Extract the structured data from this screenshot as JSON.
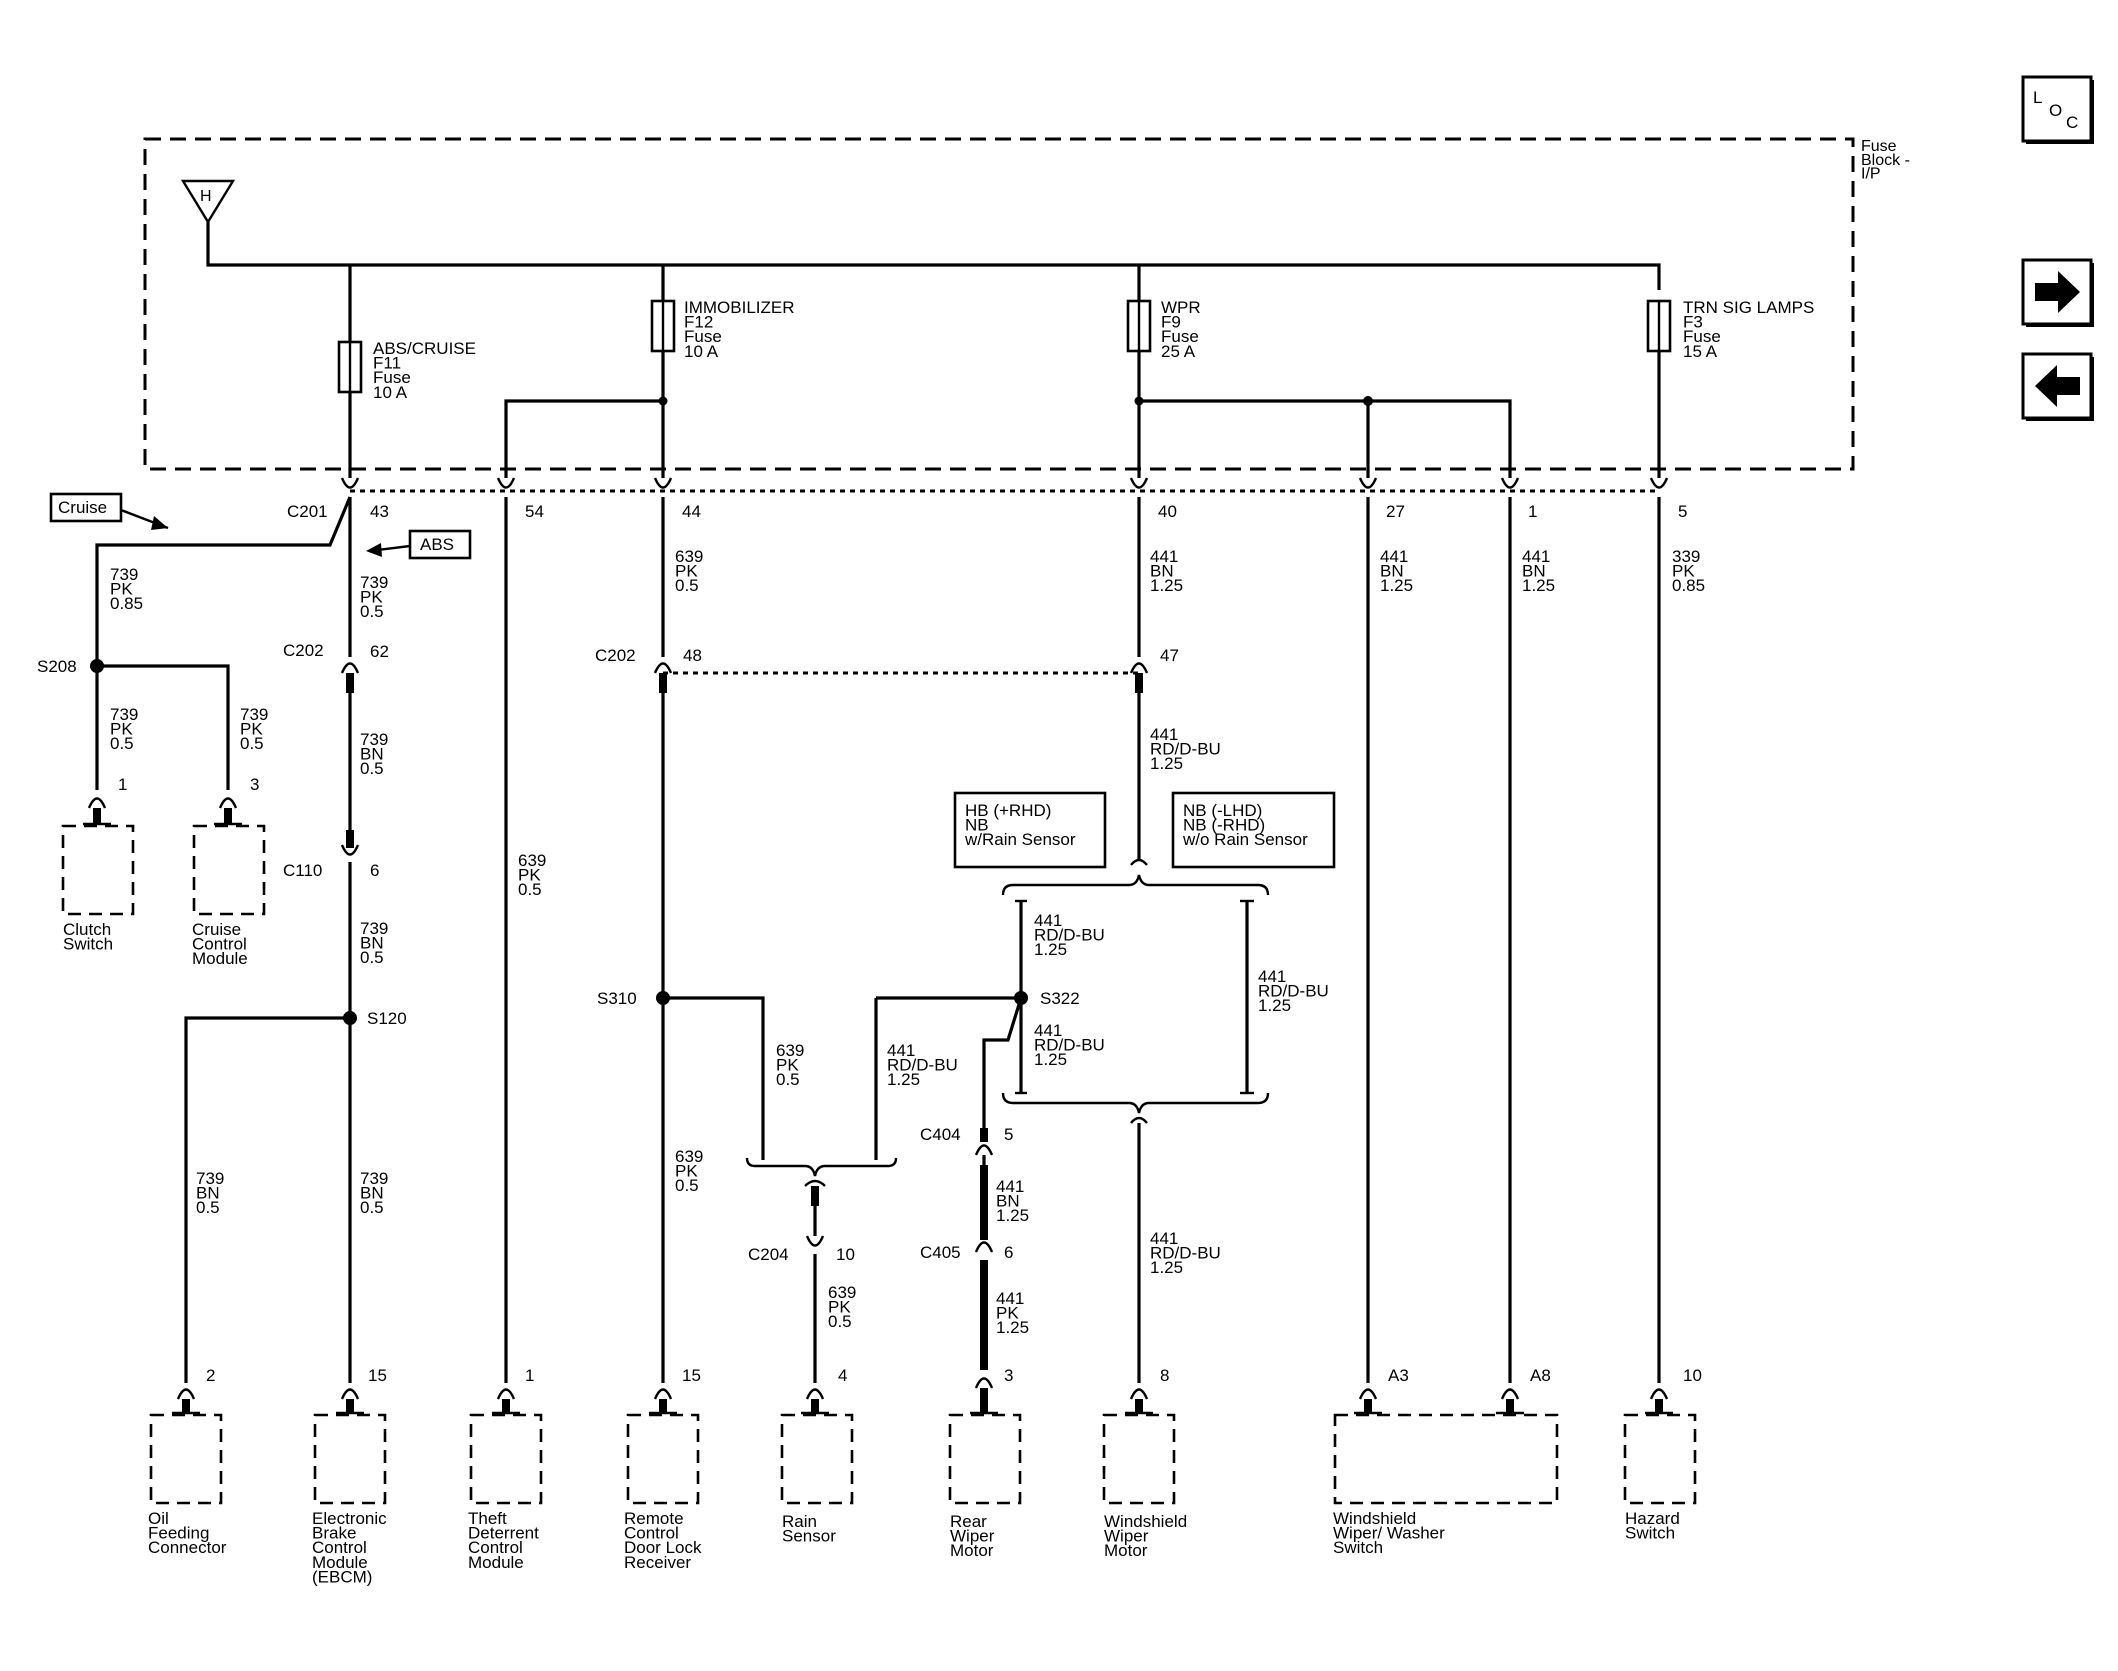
{
  "fuse_block": "Fuse\nBlock -\nI/P",
  "hot_symbol": "H",
  "nav": {
    "loc": [
      "L",
      "O",
      "C"
    ],
    "next_glyph": "➡",
    "prev_glyph": "⬅"
  },
  "fuses": [
    {
      "id": "f11",
      "text": "ABS/CRUISE\nF11\nFuse\n10 A"
    },
    {
      "id": "f12",
      "text": "IMMOBILIZER\nF12\nFuse\n10 A"
    },
    {
      "id": "f9",
      "text": "WPR\nF9\nFuse\n25 A"
    },
    {
      "id": "f3",
      "text": "TRN SIG LAMPS\nF3\nFuse\n15 A"
    }
  ],
  "connectors": {
    "c201": "C201",
    "c202_left": "C202",
    "c202_right": "C202",
    "c110": "C110",
    "c204": "C204",
    "c404": "C404",
    "c405": "C405"
  },
  "splices": {
    "s208": "S208",
    "s120": "S120",
    "s310": "S310",
    "s322": "S322"
  },
  "pins": {
    "c201_43": "43",
    "c201_54": "54",
    "c201_44": "44",
    "c201_40": "40",
    "c201_27": "27",
    "c201_1": "1",
    "c201_5": "5",
    "c202_62": "62",
    "c202_48": "48",
    "c202_47": "47",
    "c110_6": "6",
    "c204_10": "10",
    "c404_5": "5",
    "c405_6": "6",
    "clutch_1": "1",
    "ccm_3": "3",
    "oil_2": "2",
    "ebcm_15": "15",
    "tdcm_1": "1",
    "rcdlr_15": "15",
    "rain_4": "4",
    "rear_3": "3",
    "wsm_8": "8",
    "wws_a3": "A3",
    "wws_a8": "A8",
    "hazard_10": "10"
  },
  "wires": {
    "w739_pk085": "739\nPK\n0.85",
    "w739_pk05_a": "739\nPK\n0.5",
    "w739_pk05_b": "739\nPK\n0.5",
    "w739_pk05_c": "739\nPK\n0.5",
    "w739_bn05_a": "739\nBN\n0.5",
    "w739_bn05_b": "739\nBN\n0.5",
    "w739_bn05_c": "739\nBN\n0.5",
    "w739_bn05_d": "739\nBN\n0.5",
    "w639_pk05_a": "639\nPK\n0.5",
    "w639_pk05_b": "639\nPK\n0.5",
    "w639_pk05_c": "639\nPK\n0.5",
    "w639_pk05_d": "639\nPK\n0.5",
    "w639_pk05_e": "639\nPK\n0.5",
    "w441_bn125_a": "441\nBN\n1.25",
    "w441_bn125_b": "441\nBN\n1.25",
    "w441_bn125_c": "441\nBN\n1.25",
    "w441_bn125_d": "441\nBN\n1.25",
    "w441_rd_a": "441\nRD/D-BU\n1.25",
    "w441_rd_b": "441\nRD/D-BU\n1.25",
    "w441_rd_c": "441\nRD/D-BU\n1.25",
    "w441_rd_d": "441\nRD/D-BU\n1.25",
    "w441_rd_e": "441\nRD/D-BU\n1.25",
    "w441_rd_f": "441\nRD/D-BU\n1.25",
    "w441_pk125": "441\nPK\n1.25",
    "w339_pk085": "339\nPK\n0.85"
  },
  "options": {
    "cruise": "Cruise",
    "abs": "ABS",
    "hb": "HB (+RHD)\nNB\nw/Rain Sensor",
    "nb": "NB (-LHD)\nNB (-RHD)\nw/o Rain Sensor"
  },
  "components": {
    "clutch": "Clutch\nSwitch",
    "ccm": "Cruise\nControl\nModule",
    "oil": "Oil\nFeeding\nConnector",
    "ebcm": "Electronic\nBrake\nControl\nModule\n(EBCM)",
    "tdcm": "Theft\nDeterrent\nControl\nModule",
    "rcdlr": "Remote\nControl\nDoor Lock\nReceiver",
    "rain": "Rain\nSensor",
    "rear": "Rear\nWiper\nMotor",
    "wsm": "Windshield\nWiper\nMotor",
    "wws": "Windshield\nWiper/ Washer\nSwitch",
    "hazard": "Hazard\nSwitch"
  }
}
